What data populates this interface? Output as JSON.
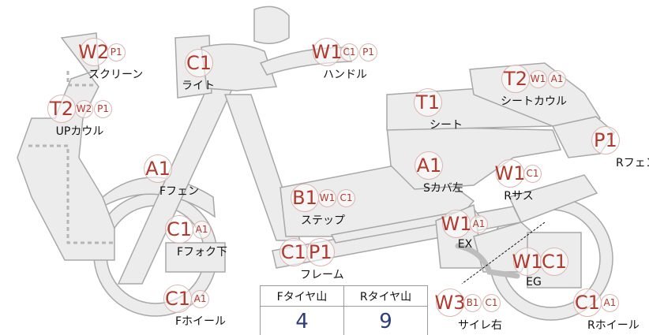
{
  "parts": [
    {
      "id": "screen",
      "name": "スクリーン",
      "codes": [
        {
          "code": "W2",
          "size": "big"
        },
        {
          "code": "P1",
          "size": "small"
        }
      ]
    },
    {
      "id": "light",
      "name": "ライト",
      "codes": [
        {
          "code": "C1",
          "size": "big"
        }
      ]
    },
    {
      "id": "handle",
      "name": "ハンドル",
      "codes": [
        {
          "code": "W1",
          "size": "big"
        },
        {
          "code": "C1",
          "size": "small"
        },
        {
          "code": "P1",
          "size": "small"
        }
      ]
    },
    {
      "id": "upcowl",
      "name": "UPカウル",
      "codes": [
        {
          "code": "T2",
          "size": "big"
        },
        {
          "code": "W2",
          "size": "small"
        },
        {
          "code": "P1",
          "size": "small"
        }
      ]
    },
    {
      "id": "seat",
      "name": "シート",
      "codes": [
        {
          "code": "T1",
          "size": "big"
        }
      ]
    },
    {
      "id": "seatcowl",
      "name": "シートカウル",
      "codes": [
        {
          "code": "T2",
          "size": "big"
        },
        {
          "code": "W1",
          "size": "small"
        },
        {
          "code": "A1",
          "size": "small"
        }
      ]
    },
    {
      "id": "rfender",
      "name": "Rフェン",
      "codes": [
        {
          "code": "P1",
          "size": "big"
        }
      ]
    },
    {
      "id": "ffender",
      "name": "Fフェン",
      "codes": [
        {
          "code": "A1",
          "size": "big"
        }
      ]
    },
    {
      "id": "scover",
      "name": "Sカバ左",
      "codes": [
        {
          "code": "A1",
          "size": "big"
        }
      ]
    },
    {
      "id": "rsus",
      "name": "Rサス",
      "codes": [
        {
          "code": "W1",
          "size": "big"
        },
        {
          "code": "C1",
          "size": "small"
        }
      ]
    },
    {
      "id": "step",
      "name": "ステップ",
      "codes": [
        {
          "code": "B1",
          "size": "big"
        },
        {
          "code": "W1",
          "size": "small"
        },
        {
          "code": "C1",
          "size": "small"
        }
      ]
    },
    {
      "id": "ffork",
      "name": "Fフォク下",
      "codes": [
        {
          "code": "C1",
          "size": "big"
        },
        {
          "code": "A1",
          "size": "small"
        }
      ]
    },
    {
      "id": "ex",
      "name": "EX",
      "codes": [
        {
          "code": "W1",
          "size": "big"
        },
        {
          "code": "A1",
          "size": "small"
        }
      ]
    },
    {
      "id": "frame",
      "name": "フレーム",
      "codes": [
        {
          "code": "C1",
          "size": "big"
        },
        {
          "code": "P1",
          "size": "big"
        }
      ]
    },
    {
      "id": "eg",
      "name": "EG",
      "codes": [
        {
          "code": "W1",
          "size": "big"
        },
        {
          "code": "C1",
          "size": "big"
        }
      ]
    },
    {
      "id": "fwheel",
      "name": "Fホイール",
      "codes": [
        {
          "code": "C1",
          "size": "big"
        },
        {
          "code": "A1",
          "size": "small"
        }
      ]
    },
    {
      "id": "silencer",
      "name": "サイレ右",
      "codes": [
        {
          "code": "W3",
          "size": "big"
        },
        {
          "code": "B1",
          "size": "small"
        },
        {
          "code": "C1",
          "size": "small"
        }
      ]
    },
    {
      "id": "rwheel",
      "name": "Rホイール",
      "codes": [
        {
          "code": "C1",
          "size": "big"
        },
        {
          "code": "A1",
          "size": "small"
        }
      ]
    }
  ],
  "tread": {
    "front_label": "Fタイヤ山",
    "rear_label": "Rタイヤ山",
    "front_value": "4",
    "rear_value": "9"
  },
  "colors": {
    "fill": "#ececec",
    "stroke": "#a8a8a8",
    "code": "#b03a2e",
    "value": "#2c3e7a",
    "dotted": "#b5b5b5"
  }
}
